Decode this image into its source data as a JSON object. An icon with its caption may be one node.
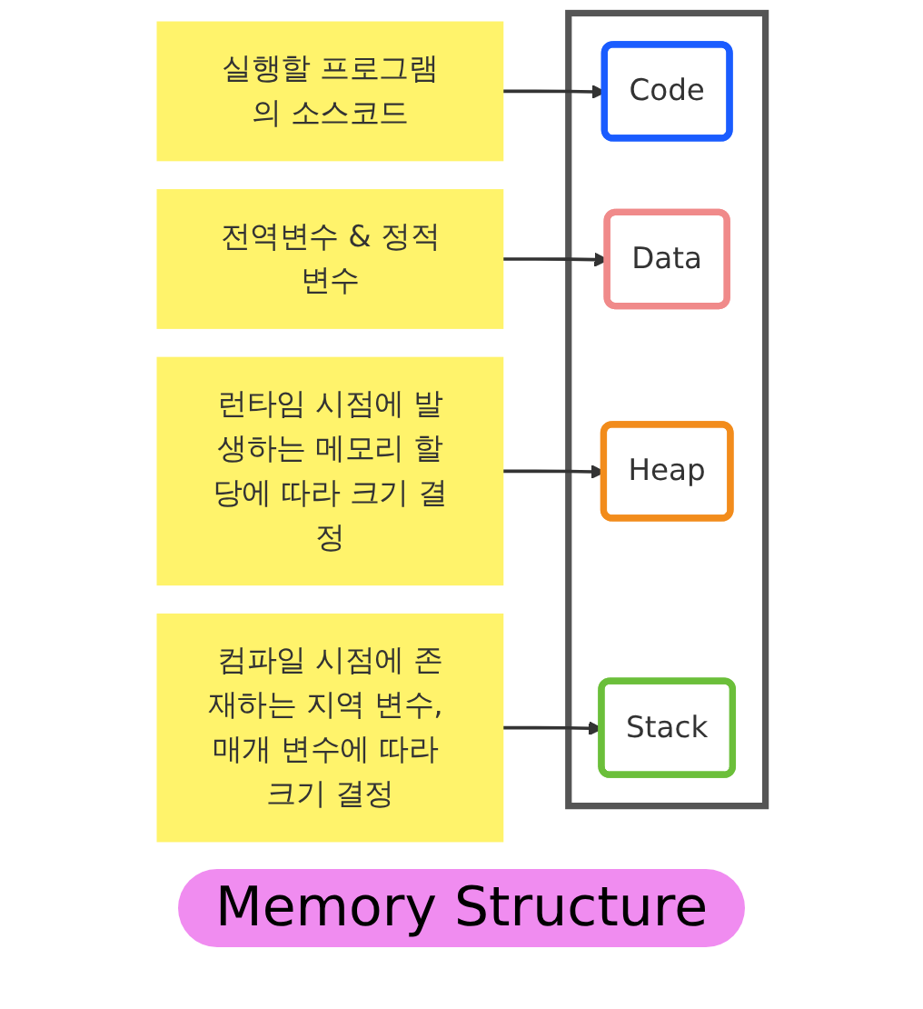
{
  "diagram": {
    "title": "Memory Structure",
    "nodes": [
      {
        "text": [
          "실행할 프로그램의 소스코드"
        ]
      },
      {
        "text": [],
        "shape": "box"
      },
      {
        "text": [
          "Code"
        ],
        "in": 1
      },
      {
        "text": [
          "전역변수 & 정적변수"
        ]
      },
      {
        "text": [
          "Data"
        ],
        "in": 1
      },
      {
        "text": [
          "런타임 시점에 발생하는 메모리 할당에 따라 크기 결정"
        ]
      },
      {
        "text": [
          "Heap"
        ],
        "in": 1
      },
      {
        "text": [
          "컴파일 시점에 존재하는 지역 변수, 매개 변수에 따라 크기 결정"
        ]
      },
      {
        "text": [
          "Stack"
        ],
        "in": 1
      }
    ],
    "edges": [
      {
        "from": 0,
        "to": 2,
        "arrow": "to"
      },
      {
        "from": 3,
        "to": 4,
        "arrow": "to"
      },
      {
        "from": 5,
        "to": 6,
        "arrow": "to"
      },
      {
        "from": 7,
        "to": 8,
        "arrow": "to"
      }
    ]
  }
}
